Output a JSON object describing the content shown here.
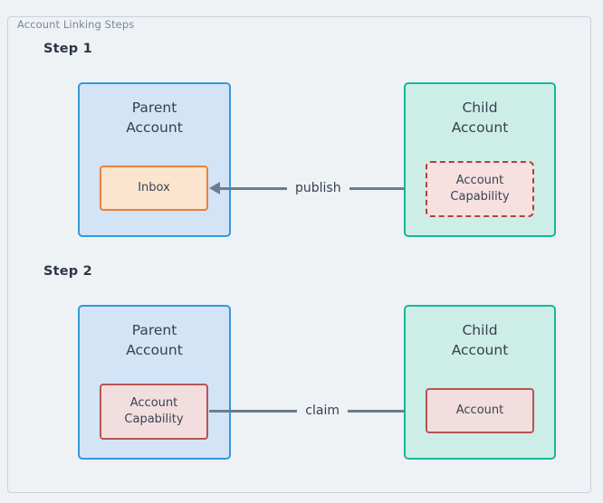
{
  "frame": {
    "title": "Account Linking Steps",
    "border_color": "#c8d2dd",
    "background": "#eff2f5"
  },
  "colors": {
    "parent_fill": "#d3e4f7",
    "parent_border": "#3498db",
    "child_fill": "#cdeee7",
    "child_border": "#16b79a",
    "inbox_fill": "#fce5cf",
    "inbox_border": "#e8803a",
    "capability_fill": "#f2dede",
    "capability_border": "#b85454",
    "capability_dashed_border": "#b33f3f",
    "connector": "#6b7d8f",
    "text": "#36404e",
    "step_label": "#2b3647",
    "frame_title": "#7a8796"
  },
  "steps": [
    {
      "label": "Step 1",
      "left": {
        "title": "Parent\nAccount",
        "kind": "parent",
        "chip": {
          "label": "Inbox",
          "style": "inbox"
        }
      },
      "right": {
        "title": "Child\nAccount",
        "kind": "child",
        "chip": {
          "label": "Account\nCapability",
          "style": "cap-dashed"
        }
      },
      "connector": {
        "label": "publish",
        "direction": "left"
      }
    },
    {
      "label": "Step 2",
      "left": {
        "title": "Parent\nAccount",
        "kind": "parent",
        "chip": {
          "label": "Account\nCapability",
          "style": "cap-solid"
        }
      },
      "right": {
        "title": "Child\nAccount",
        "kind": "child",
        "chip": {
          "label": "Account",
          "style": "account-solid"
        }
      },
      "connector": {
        "label": "claim",
        "direction": "right"
      }
    }
  ]
}
